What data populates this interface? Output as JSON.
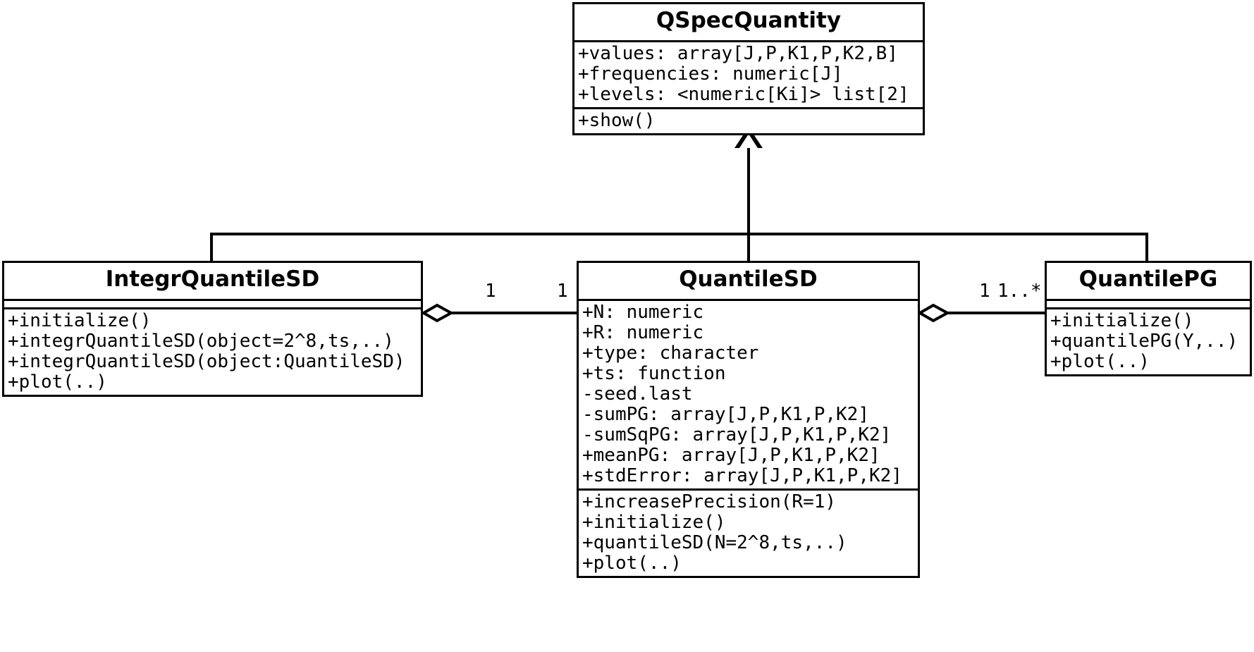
{
  "diagram": {
    "type": "uml-class-diagram",
    "background_color": "#ffffff",
    "line_color": "#000000"
  },
  "classes": {
    "qspecquantity": {
      "name": "QSpecQuantity",
      "attributes": [
        "+values: array[J,P,K1,P,K2,B]",
        "+frequencies: numeric[J]",
        "+levels: <numeric[Ki]> list[2]"
      ],
      "methods": [
        "+show()"
      ]
    },
    "integrquantilesd": {
      "name": "IntegrQuantileSD",
      "attributes": [],
      "methods": [
        "+initialize()",
        "+integrQuantileSD(object=2^8,ts,..)",
        "+integrQuantileSD(object:QuantileSD)",
        "+plot(..)"
      ]
    },
    "quantilesd": {
      "name": "QuantileSD",
      "attributes": [
        "+N: numeric",
        "+R: numeric",
        "+type: character",
        "+ts: function",
        "-seed.last",
        "-sumPG: array[J,P,K1,P,K2]",
        "-sumSqPG: array[J,P,K1,P,K2]",
        "+meanPG: array[J,P,K1,P,K2]",
        "+stdError: array[J,P,K1,P,K2]"
      ],
      "methods": [
        "+increasePrecision(R=1)",
        "+initialize()",
        "+quantileSD(N=2^8,ts,..)",
        "+plot(..)"
      ]
    },
    "quantilepg": {
      "name": "QuantilePG",
      "attributes": [],
      "methods": [
        "+initialize()",
        "+quantilePG(Y,..)",
        "+plot(..)"
      ]
    }
  },
  "relationships": {
    "generalization": {
      "kind": "generalization",
      "parent": "QSpecQuantity",
      "children": [
        "IntegrQuantileSD",
        "QuantileSD",
        "QuantilePG"
      ]
    },
    "aggregation_left": {
      "kind": "aggregation",
      "whole": "IntegrQuantileSD",
      "part": "QuantileSD",
      "whole_multiplicity": "1",
      "part_multiplicity": "1"
    },
    "aggregation_right": {
      "kind": "aggregation",
      "whole": "QuantileSD",
      "part": "QuantilePG",
      "whole_multiplicity": "1",
      "part_multiplicity": "1..*"
    }
  }
}
